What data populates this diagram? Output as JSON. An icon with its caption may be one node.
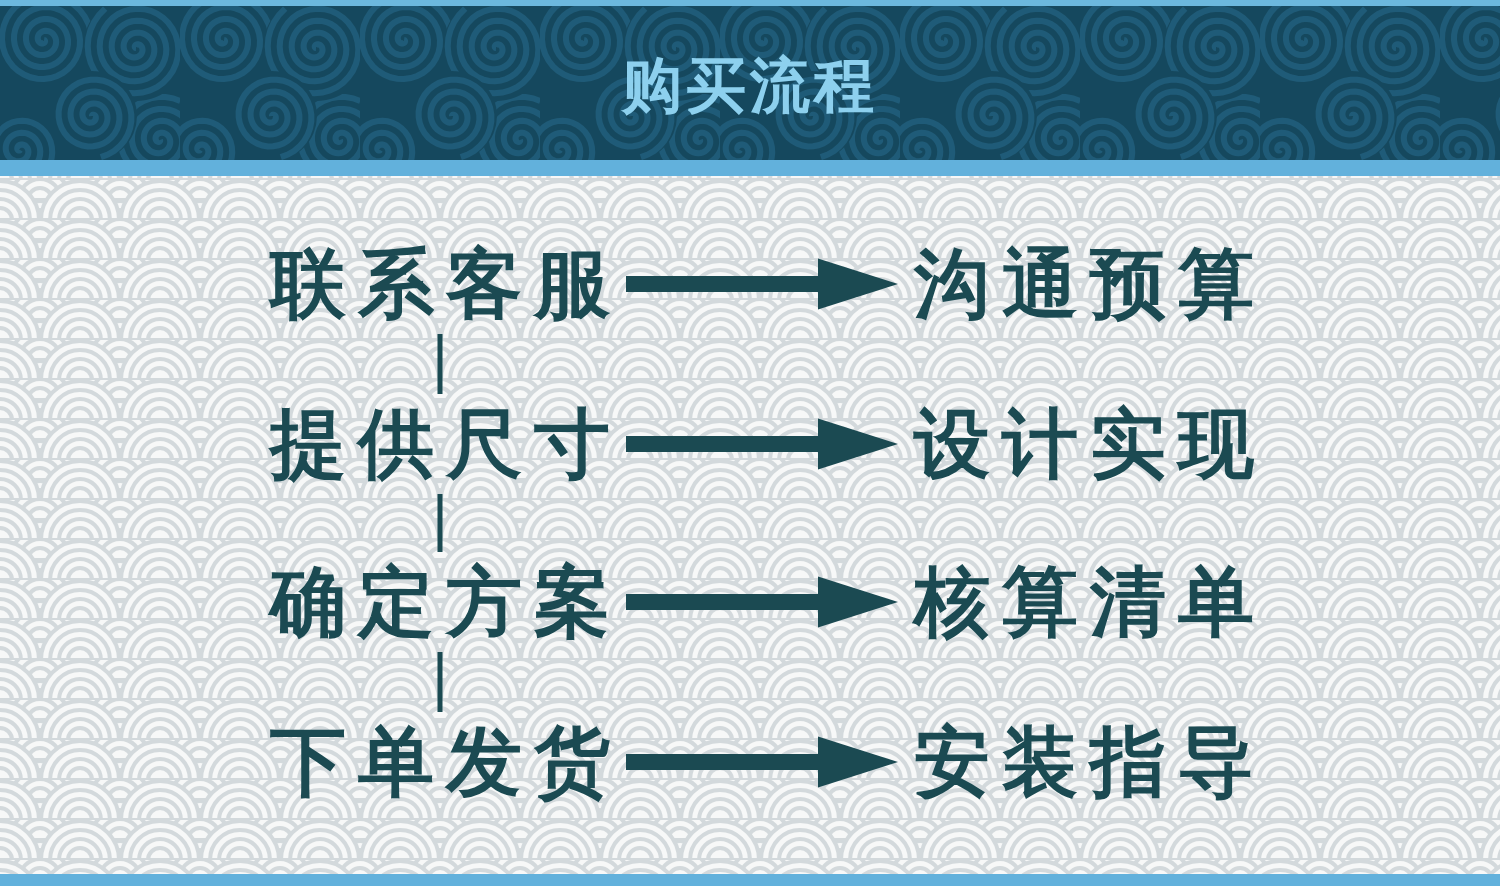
{
  "diagram": {
    "title": "购买流程",
    "nodes": [
      {
        "text": [
          "联系客服"
        ]
      },
      {
        "text": [
          "沟通预算"
        ]
      },
      {
        "text": [
          "提供尺寸"
        ]
      },
      {
        "text": [
          "设计实现"
        ]
      },
      {
        "text": [
          "确定方案"
        ]
      },
      {
        "text": [
          "核算清单"
        ]
      },
      {
        "text": [
          "下单发货"
        ]
      },
      {
        "text": [
          "安装指导"
        ]
      }
    ],
    "edges": [
      {
        "from": 0,
        "to": 1,
        "arrow": "to"
      },
      {
        "from": 2,
        "to": 3,
        "arrow": "to"
      },
      {
        "from": 4,
        "to": 5,
        "arrow": "to"
      },
      {
        "from": 6,
        "to": 7,
        "arrow": "to"
      },
      {
        "from": 0,
        "to": 2,
        "arrow": "none"
      },
      {
        "from": 2,
        "to": 4,
        "arrow": "none"
      },
      {
        "from": 4,
        "to": 6,
        "arrow": "none"
      }
    ]
  }
}
